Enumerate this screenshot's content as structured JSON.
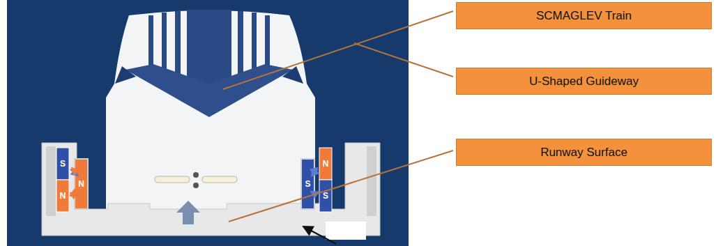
{
  "diagram": {
    "nodes": [
      {
        "text": [
          "SCMAGLEV Train"
        ]
      },
      {
        "text": [
          "U-Shaped Guideway"
        ]
      },
      {
        "text": [
          "Runway Surface"
        ]
      }
    ],
    "labels": [
      "S",
      "N",
      "N",
      "S",
      "N",
      "S"
    ]
  }
}
